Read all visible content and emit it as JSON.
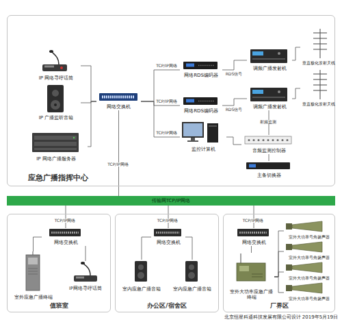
{
  "diagram": {
    "nodes": [
      {
        "text": [
          "应急广播指挥中心"
        ]
      },
      {
        "text": [
          "IP 网络寻呼话筒"
        ],
        "in": 0
      },
      {
        "text": [
          "IP 广播监听音箱"
        ],
        "in": 0
      },
      {
        "text": [
          "IP 网络广播服务器"
        ],
        "in": 0
      },
      {
        "text": [
          "网络交换机"
        ],
        "in": 0
      },
      {
        "text": [
          "网络RDS编码器"
        ],
        "in": 0
      },
      {
        "text": [
          "网络RDS编码器"
        ],
        "in": 0
      },
      {
        "text": [
          "监控计算机"
        ],
        "in": 0
      },
      {
        "text": [
          "调频广播发射机"
        ],
        "in": 0
      },
      {
        "text": [
          "调频广播发射机"
        ],
        "in": 0
      },
      {
        "text": [
          "垂直极化发射天线"
        ],
        "in": 0
      },
      {
        "text": [
          "垂直极化发射天线"
        ],
        "in": 0
      },
      {
        "text": [
          "音频监测控制器"
        ],
        "in": 0
      },
      {
        "text": [
          "主备切换器"
        ],
        "in": 0
      },
      {
        "text": [
          "传输网TCP/IP网络"
        ]
      },
      {
        "text": [
          "值班室"
        ]
      },
      {
        "text": [
          "网络交换机"
        ],
        "in": 15
      },
      {
        "text": [
          "室外应急广播终端"
        ],
        "in": 15
      },
      {
        "text": [
          "IP网络寻呼话筒"
        ],
        "in": 15
      },
      {
        "text": [
          "办公区/宿舍区"
        ]
      },
      {
        "text": [
          "网络交换机"
        ],
        "in": 19
      },
      {
        "text": [
          "室内应急广播音箱"
        ],
        "in": 19
      },
      {
        "text": [
          "室内应急广播音箱"
        ],
        "in": 19
      },
      {
        "text": [
          "厂界区"
        ]
      },
      {
        "text": [
          "网络交换机"
        ],
        "in": 23
      },
      {
        "text": [
          "室外大功率应急广播终端"
        ],
        "in": 23
      },
      {
        "text": [
          "室外大功率号角扬声器"
        ],
        "in": 23
      },
      {
        "text": [
          "室外大功率号角扬声器"
        ],
        "in": 23
      },
      {
        "text": [
          "室外大功率号角扬声器"
        ],
        "in": 23
      },
      {
        "text": [
          "室外大功率号角扬声器"
        ],
        "in": 23
      }
    ],
    "edges": [
      {
        "from": 1,
        "to": 4,
        "arrow": "none"
      },
      {
        "from": 2,
        "to": 4,
        "arrow": "none"
      },
      {
        "from": 3,
        "to": 4,
        "arrow": "none"
      },
      {
        "from": 4,
        "to": 5,
        "arrow": "none",
        "label": "TCP/IP网络"
      },
      {
        "from": 4,
        "to": 6,
        "arrow": "none",
        "label": "TCP/IP网络"
      },
      {
        "from": 4,
        "to": 7,
        "arrow": "none",
        "label": "TCP/IP网络"
      },
      {
        "from": 5,
        "to": 8,
        "arrow": "none",
        "label": "RDS信号"
      },
      {
        "from": 6,
        "to": 9,
        "arrow": "none",
        "label": "RDS信号"
      },
      {
        "from": 8,
        "to": 10,
        "arrow": "none"
      },
      {
        "from": 9,
        "to": 11,
        "arrow": "none"
      },
      {
        "from": 9,
        "to": 12,
        "arrow": "none",
        "label": "射频监测"
      },
      {
        "from": 7,
        "to": 12,
        "arrow": "none"
      },
      {
        "from": 12,
        "to": 13,
        "arrow": "none"
      },
      {
        "from": 4,
        "to": 14,
        "arrow": "none",
        "label": "TCP/IP网络"
      },
      {
        "from": 14,
        "to": 16,
        "arrow": "none",
        "label": "TCP/IP网络"
      },
      {
        "from": 14,
        "to": 20,
        "arrow": "none",
        "label": "TCP/IP网络"
      },
      {
        "from": 14,
        "to": 24,
        "arrow": "none",
        "label": "TCP/IP网络"
      },
      {
        "from": 16,
        "to": 17,
        "arrow": "none"
      },
      {
        "from": 16,
        "to": 18,
        "arrow": "none"
      },
      {
        "from": 20,
        "to": 21,
        "arrow": "none"
      },
      {
        "from": 20,
        "to": 22,
        "arrow": "none"
      },
      {
        "from": 24,
        "to": 25,
        "arrow": "none"
      },
      {
        "from": 25,
        "to": 26,
        "arrow": "none"
      },
      {
        "from": 25,
        "to": 27,
        "arrow": "none"
      },
      {
        "from": 25,
        "to": 28,
        "arrow": "none"
      },
      {
        "from": 25,
        "to": 29,
        "arrow": "none"
      }
    ],
    "labels": [
      "北京恒星科通科技发展有限公司设计 2019年5月19日"
    ]
  }
}
